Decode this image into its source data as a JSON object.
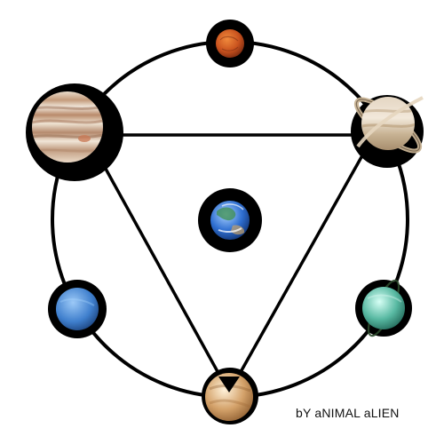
{
  "credit": "bY aNIMAL aLIEN",
  "colors": {
    "background": "#ffffff",
    "lines": "#000000",
    "triangle_fill": "#ffffff"
  },
  "planets": [
    {
      "id": "mars",
      "name": "mars-planet",
      "palette": [
        "#f08a3c",
        "#c9521e",
        "#7a2a10"
      ]
    },
    {
      "id": "jupiter",
      "name": "jupiter-planet",
      "palette": [
        "#f1e7d8",
        "#c99f7c",
        "#8c6248"
      ]
    },
    {
      "id": "saturn",
      "name": "saturn-planet",
      "palette": [
        "#f0e6d6",
        "#c7b292",
        "#8a7456"
      ]
    },
    {
      "id": "earth",
      "name": "earth-planet",
      "palette": [
        "#7fb4f2",
        "#2f6fd1",
        "#0f2d6e"
      ]
    },
    {
      "id": "neptune",
      "name": "neptune-planet",
      "palette": [
        "#8fc0f2",
        "#3f7fcd",
        "#1a3f7a"
      ]
    },
    {
      "id": "uranus",
      "name": "uranus-planet",
      "palette": [
        "#c9f0e6",
        "#5fbfa8",
        "#1f6c5a"
      ]
    },
    {
      "id": "venus",
      "name": "venus-planet",
      "palette": [
        "#f6e4c7",
        "#d4a26a",
        "#8c5a2e"
      ]
    }
  ]
}
